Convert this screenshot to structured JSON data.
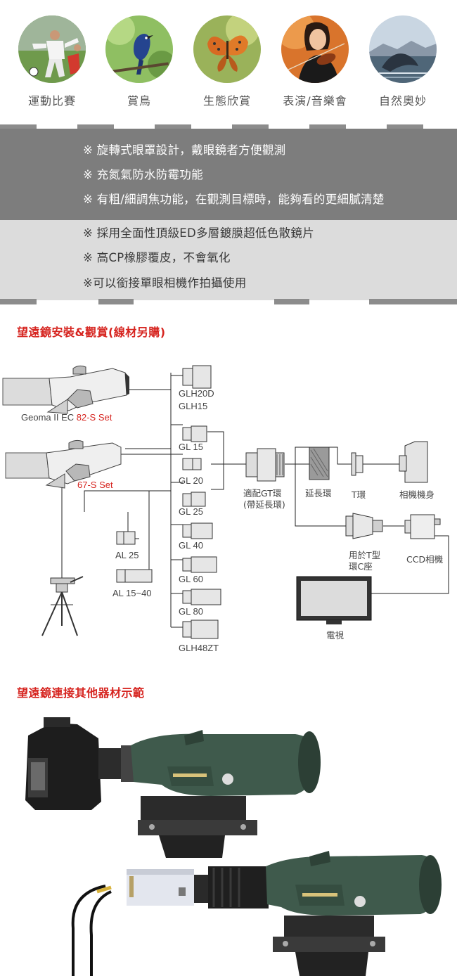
{
  "categories": [
    {
      "label": "運動比賽",
      "icon": "soccer-photo"
    },
    {
      "label": "賞鳥",
      "icon": "bird-photo"
    },
    {
      "label": "生態欣賞",
      "icon": "butterfly-photo"
    },
    {
      "label": "表演/音樂會",
      "icon": "violinist-photo"
    },
    {
      "label": "自然奧妙",
      "icon": "whale-photo"
    }
  ],
  "features_dark": [
    "※ 旋轉式眼罩設計，戴眼鏡者方便觀測",
    "※ 充氮氣防水防霉功能",
    "※ 有粗/細調焦功能，在觀測目標時，能夠看的更細膩清楚"
  ],
  "features_light": [
    "※ 採用全面性頂級ED多層鍍膜超低色散鏡片",
    "※ 高CP橡膠覆皮，不會氧化",
    "※可以銜接單眼相機作拍攝使用"
  ],
  "section1_title": "望遠鏡安裝&觀賞(線材另購)",
  "section2_title": "望遠鏡連接其他器材示範",
  "diagram": {
    "scope1_name": "Geoma II EC",
    "scope1_model": "82-S Set",
    "scope2_model": "67-S Set",
    "eyepiece_glh20d": "GLH20D",
    "eyepiece_glh15": "GLH15",
    "eyepiece_gl15": "GL 15",
    "eyepiece_gl20": "GL 20",
    "eyepiece_gl25": "GL 25",
    "eyepiece_gl40": "GL 40",
    "eyepiece_gl60": "GL 60",
    "eyepiece_gl80": "GL 80",
    "eyepiece_glh48zt": "GLH48ZT",
    "al25": "AL 25",
    "al1540": "AL 15~40",
    "gt_ring_1": "適配GT環",
    "gt_ring_2": "(帶延長環)",
    "ext_ring": "延長環",
    "t_ring": "T環",
    "camera_body": "相機機身",
    "tmount_1": "用於T型",
    "tmount_2": "環C座",
    "ccd": "CCD相機",
    "tv": "電視"
  },
  "colors": {
    "accent_red": "#d6241f",
    "band_dark": "#7d7d7d",
    "band_light": "#dcdcdc",
    "scope_green": "#3f5a4c"
  }
}
